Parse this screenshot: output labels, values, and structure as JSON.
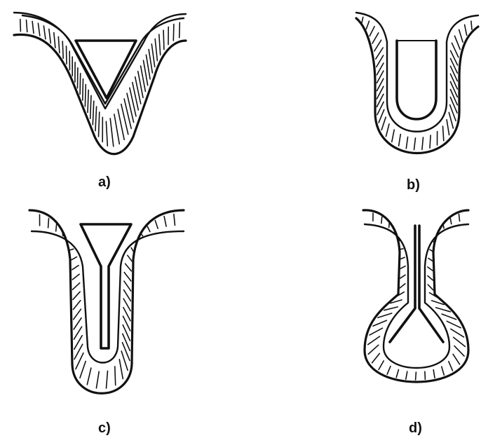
{
  "panels": [
    {
      "key": "a",
      "label": "a)"
    },
    {
      "key": "b",
      "label": "b)"
    },
    {
      "key": "c",
      "label": "c)"
    },
    {
      "key": "d",
      "label": "d)"
    }
  ]
}
